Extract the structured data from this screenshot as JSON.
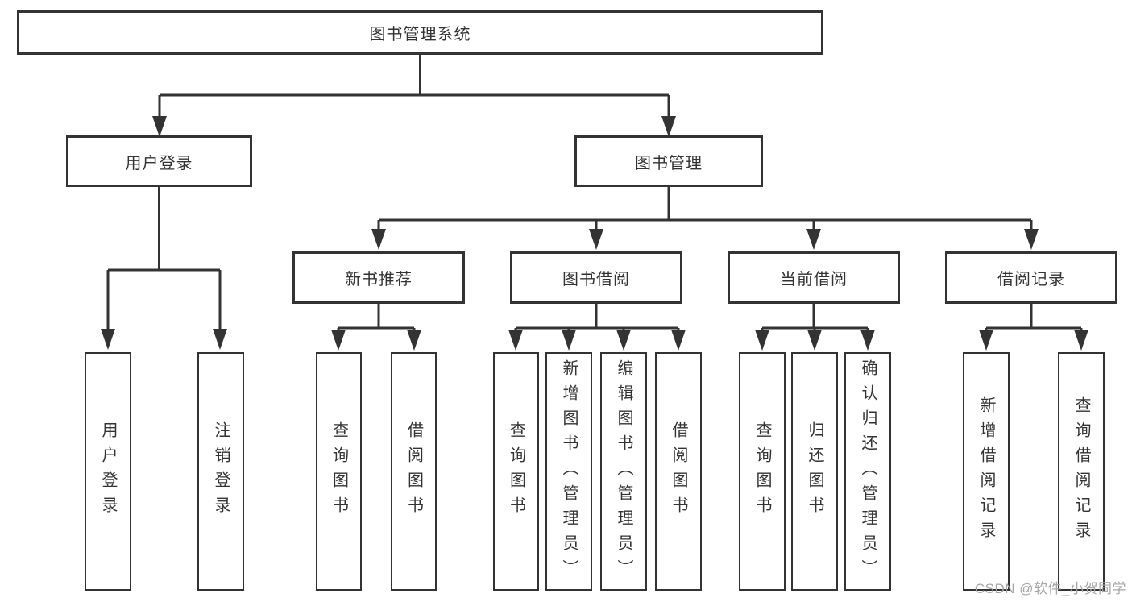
{
  "tree": {
    "root": "图书管理系统",
    "children": [
      {
        "label": "用户登录",
        "leaves": [
          "用户登录",
          "注销登录"
        ]
      },
      {
        "label": "图书管理",
        "children": [
          {
            "label": "新书推荐",
            "leaves": [
              "查询图书",
              "借阅图书"
            ]
          },
          {
            "label": "图书借阅",
            "leaves": [
              "查询图书",
              "新增图书（管理员）",
              "编辑图书（管理员）",
              "借阅图书"
            ]
          },
          {
            "label": "当前借阅",
            "leaves": [
              "查询图书",
              "归还图书",
              "确认归还（管理员）"
            ]
          },
          {
            "label": "借阅记录",
            "leaves": [
              "新增借阅记录",
              "查询借阅记录"
            ]
          }
        ]
      }
    ]
  },
  "watermark": "CSDN @软件_小贺同学",
  "colors": {
    "line": "#333333",
    "text": "#333333",
    "box_border": "#333333",
    "background": "#ffffff",
    "watermark": "#a6a6a6"
  }
}
